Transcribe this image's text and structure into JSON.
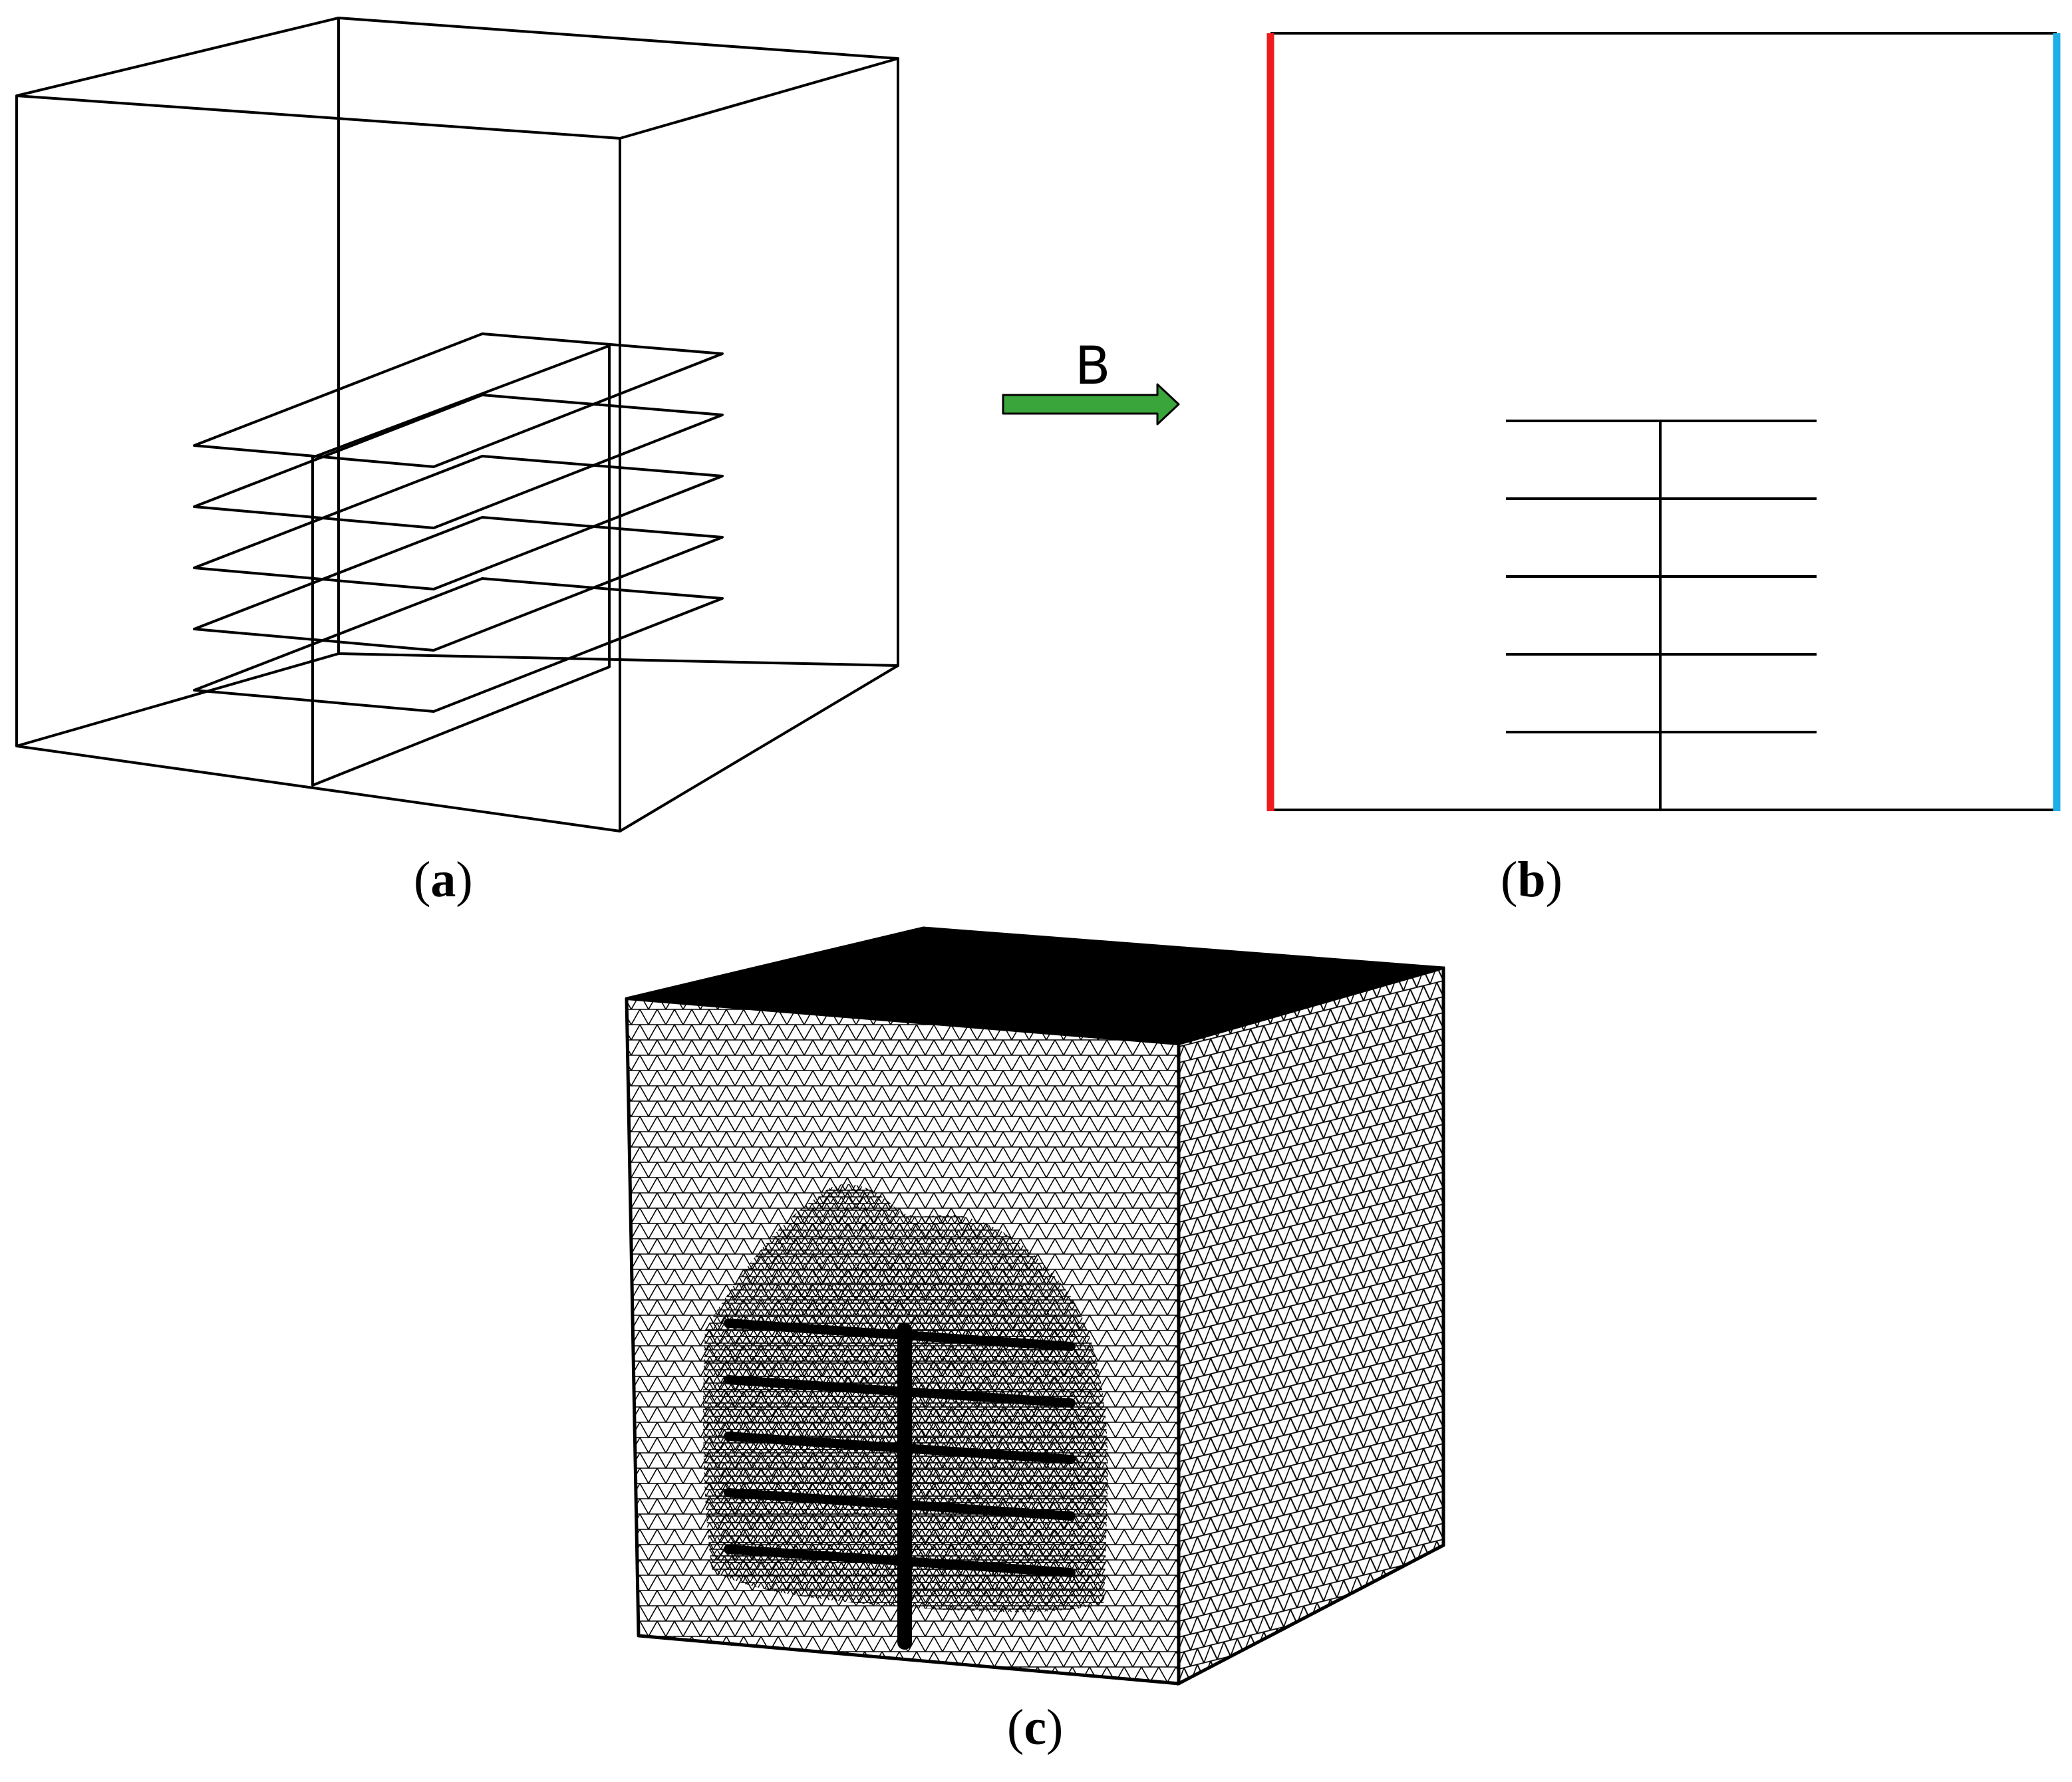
{
  "captions": {
    "a": {
      "open": "(",
      "letter": "a",
      "close": ")"
    },
    "b": {
      "open": "(",
      "letter": "b",
      "close": ")"
    },
    "c": {
      "open": "(",
      "letter": "c",
      "close": ")"
    }
  },
  "field": {
    "label": "B",
    "arrow_color": "#3aa53a"
  },
  "colors": {
    "left_boundary": "#ee1c1c",
    "right_boundary": "#1eaee8",
    "lines": "#000000",
    "mesh": "#000000",
    "top_face": "#000000"
  }
}
